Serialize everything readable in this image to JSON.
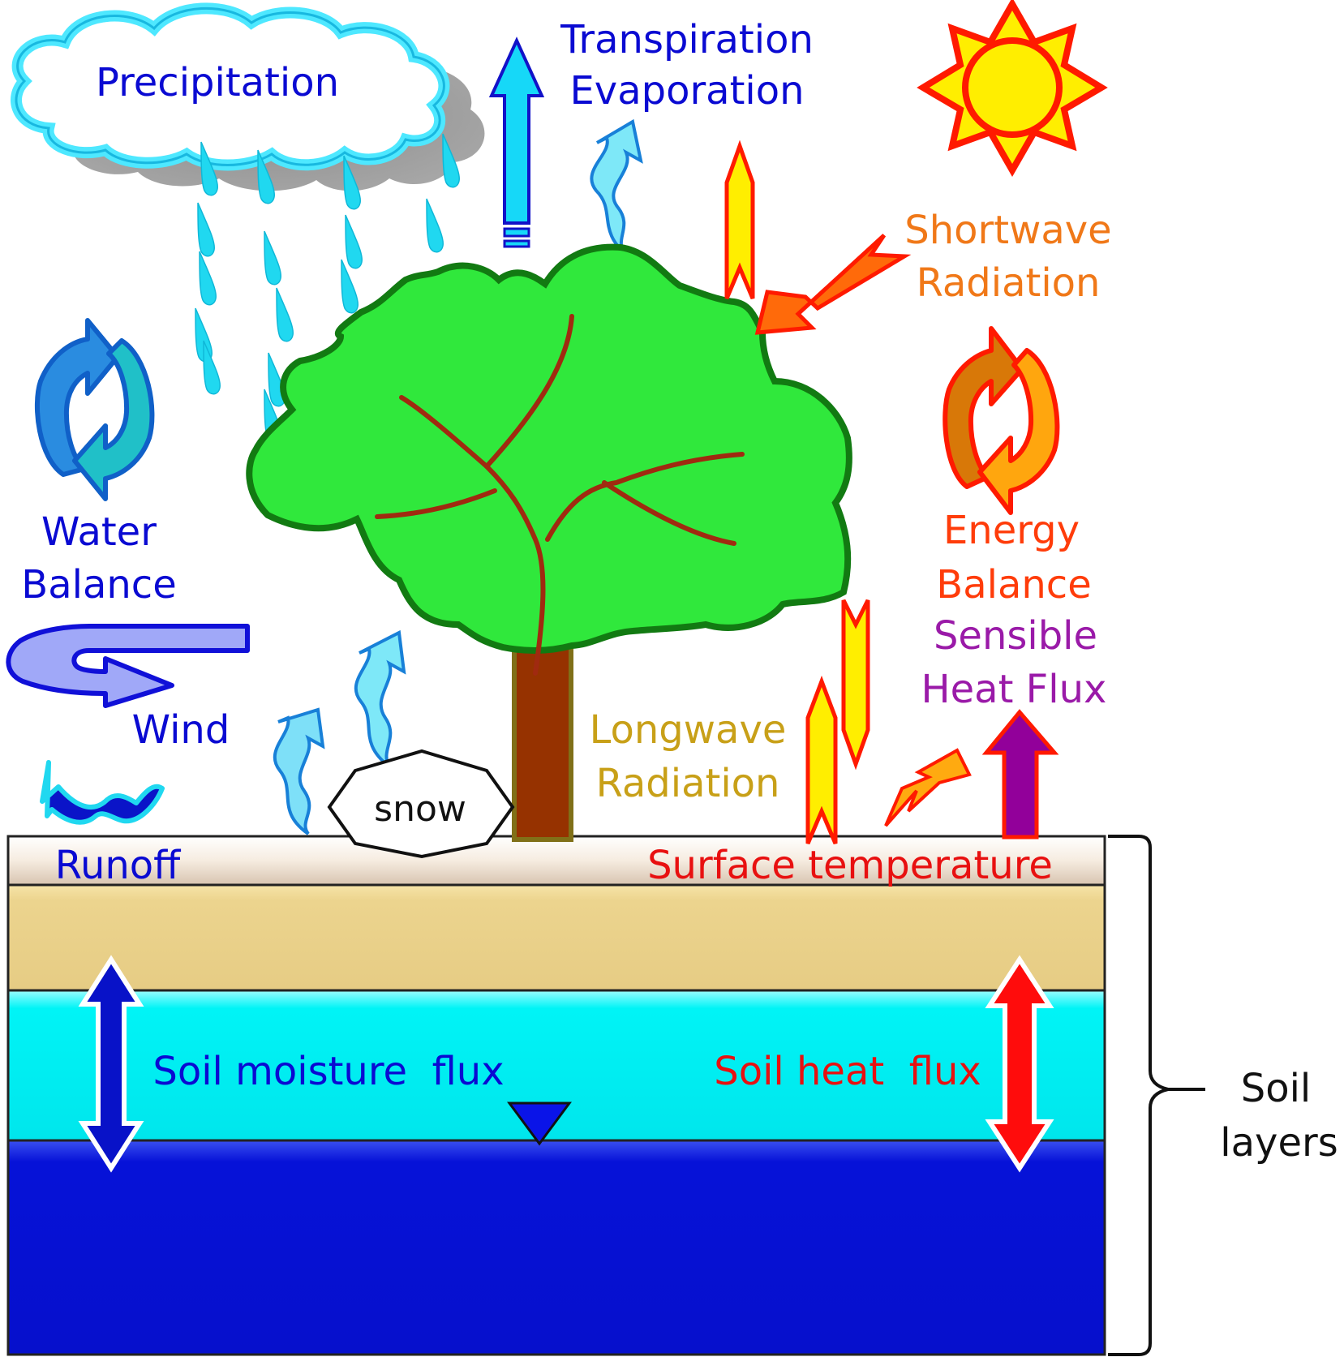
{
  "labels": {
    "precipitation": "Precipitation",
    "transpiration": "Transpiration",
    "evaporation": "Evaporation",
    "shortwave_1": "Shortwave",
    "shortwave_2": "Radiation",
    "water_1": "Water",
    "water_2": "Balance",
    "energy_1": "Energy",
    "energy_2": "Balance",
    "sensible_1": "Sensible",
    "sensible_2": "Heat Flux",
    "wind": "Wind",
    "longwave_1": "Longwave",
    "longwave_2": "Radiation",
    "snow": "snow",
    "runoff": "Runoff",
    "surface_temperature": "Surface temperature",
    "soil_moisture_flux": "Soil moisture  flux",
    "soil_heat_flux": "Soil heat  flux",
    "soil_layers_1": "Soil",
    "soil_layers_2": "layers"
  },
  "colors": {
    "water_text": "#0a0ad2",
    "shortwave_text": "#f07818",
    "energy_text": "#ff3c0a",
    "sensible_text": "#9a1aa8",
    "longwave_text": "#c8a018",
    "surface_text": "#e81010",
    "tree_canopy": "#2ee83a",
    "tree_outline": "#107a10",
    "branch": "#a02a10",
    "trunk": "#963200",
    "rain": "#20d8f0",
    "surface_layer": "#f6ece0",
    "tan_layer": "#ecd48e",
    "cyan_layer": "#00f4f6",
    "blue_layer": "#0612d8"
  },
  "icons": {
    "sun": "sun-icon",
    "cloud": "cloud-icon",
    "water_cycle": "cycle-arrows-icon",
    "energy_cycle": "cycle-arrows-icon",
    "wind": "u-turn-arrow-icon",
    "lightning": "lightning-icon",
    "water_table": "water-table-triangle-icon"
  }
}
